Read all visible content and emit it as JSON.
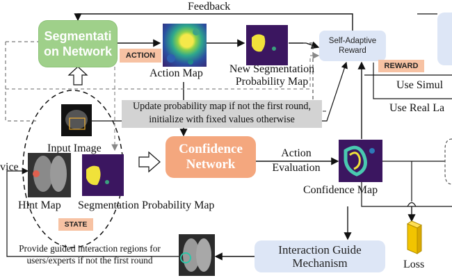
{
  "nodes": {
    "segmentation_network": "Segmentati on Network",
    "confidence_network": "Confidence Network",
    "self_adaptive_reward": "Self-Adaptive Reward",
    "interaction_guide": "Interaction Guide Mechanism"
  },
  "tags": {
    "action": "ACTION",
    "reward": "REWARD",
    "state": "STATE"
  },
  "labels": {
    "feedback": "Feedback",
    "action_map": "Action Map",
    "new_seg_prob_map": "New Segmentation Probability Map",
    "input_image": "Input Image",
    "hint_map": "Hint Map",
    "seg_prob_map": "Segmentation Probability Map",
    "action_evaluation": "Action Evaluation",
    "confidence_map": "Confidence Map",
    "loss": "Loss",
    "use_simul": "Use Simul",
    "use_real": "Use Real La",
    "vice": "vice",
    "update_note": "Update probability map if not the first round, initialize with fixed values otherwise",
    "guided_note": "Provide guided interaction regions for users/experts if not the first round"
  },
  "colors": {
    "segmentation_network": "#9fd08a",
    "confidence_network": "#f4a77e",
    "mechanism_box": "#dde6f6",
    "tag": "#f7c2a3",
    "note_band": "#d3d3d3",
    "loss_icon": "#f2c400"
  }
}
